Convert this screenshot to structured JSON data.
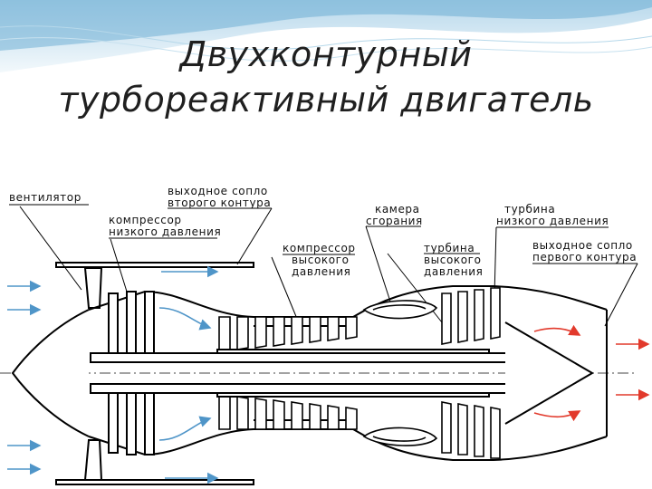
{
  "title": {
    "line1": "Двухконтурный",
    "line2": "турбореактивный двигатель"
  },
  "labels": {
    "fan": "вентилятор",
    "second_nozzle_1": "выходное сопло",
    "second_nozzle_2": "второго контура",
    "lpc_1": "компрессор",
    "lpc_2": "низкого давления",
    "hpc_1": "компрессор",
    "hpc_2": "высокого",
    "hpc_3": "давления",
    "combustor_1": "камера",
    "combustor_2": "сгорания",
    "hpt_1": "турбина",
    "hpt_2": "высокого",
    "hpt_3": "давления",
    "lpt_1": "турбина",
    "lpt_2": "низкого давления",
    "first_nozzle_1": "выходное сопло",
    "first_nozzle_2": "первого контура"
  },
  "colors": {
    "header_wave": "#cfe6f2",
    "header_wave_dark": "#9fcbe3",
    "inlet_arrow": "#4f95c8",
    "exhaust_arrow": "#e23a2c",
    "stroke": "#000000"
  }
}
